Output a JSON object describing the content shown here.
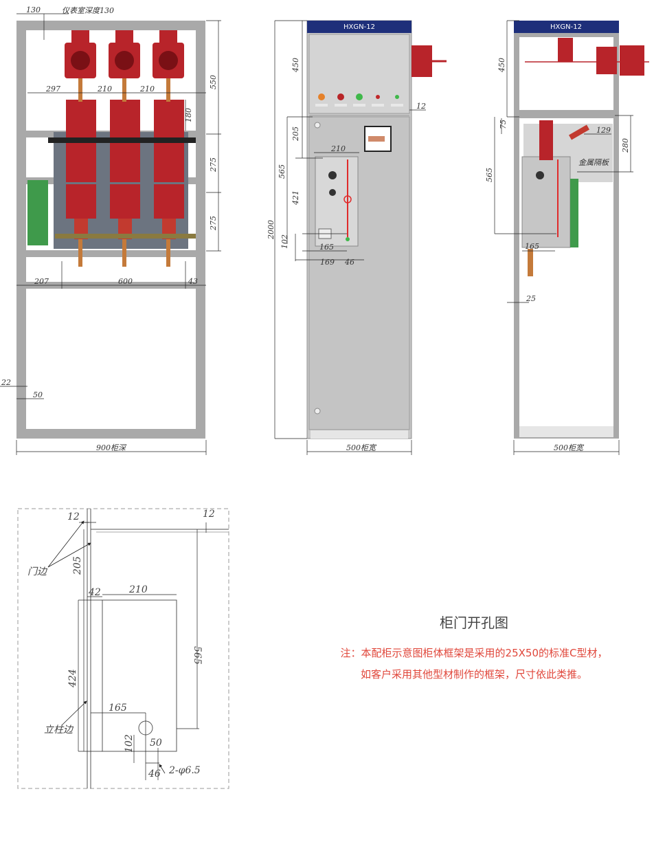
{
  "colors": {
    "frame": "#a9a9a9",
    "insulator": "#b8242a",
    "panel": "#c9c9c9",
    "header": "#1e2f7a",
    "note": "#e0463a",
    "title": "#444444",
    "dimline": "#222222"
  },
  "side_view": {
    "top_labels": {
      "depth": "130",
      "instrument_depth": "仪表室深度130"
    },
    "dims": {
      "d297": "297",
      "d210a": "210",
      "d210b": "210",
      "d550": "550",
      "d180": "180",
      "d275a": "275",
      "d275b": "275",
      "d207": "207",
      "d600": "600",
      "d43": "43",
      "d22": "22",
      "d50": "50"
    },
    "bottom_label": "900柜深"
  },
  "front_view": {
    "title": "HXGN-12",
    "indicator_labels": [
      "",
      "",
      "",
      "",
      ""
    ],
    "dims": {
      "d450": "450",
      "d205": "205",
      "d210": "210",
      "d565": "565",
      "d421": "421",
      "d2000": "2000",
      "d102": "102",
      "d165": "165",
      "d169": "169",
      "d46": "46",
      "d12": "12"
    },
    "bottom_label": "500柜宽"
  },
  "rear_view": {
    "title": "HXGN-12",
    "dims": {
      "d450": "450",
      "d75": "75",
      "d129": "129",
      "d280": "280",
      "d565": "565",
      "d165": "165",
      "d25": "25"
    },
    "partition_label": "金属隔板",
    "bottom_label": "500柜宽"
  },
  "door_drawing": {
    "dims": {
      "d12a": "12",
      "d12b": "12",
      "d205": "205",
      "d42": "42",
      "d210": "210",
      "d565": "565",
      "d424": "424",
      "d165": "165",
      "d102": "102",
      "d50": "50",
      "d46": "46",
      "hole": "2-φ6.5"
    },
    "door_edge_label": "门边",
    "pillar_edge_label": "立柱边"
  },
  "caption": {
    "title": "柜门开孔图",
    "note_line1": "注：本配柜示意图柜体框架是采用的25X50的标准C型材，",
    "note_line2": "如客户采用其他型材制作的框架，尺寸依此类推。"
  }
}
